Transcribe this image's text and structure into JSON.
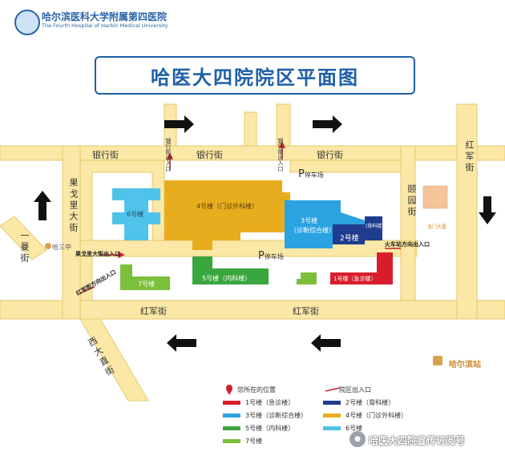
{
  "header": {
    "hospital_name": "哈尔滨医科大学附属第四医院",
    "hospital_name_en": "The Fourth Hospital of Harbin Medical University"
  },
  "title": "哈医大四院院区平面图",
  "roads": {
    "yinhang_1": "银行街",
    "yinhang_2": "银行街",
    "yinhang_3": "银行街",
    "hongjun_left": "红军街",
    "hongjun_right": "红军街",
    "hongjun_vertical": "红军街",
    "guogeli": "果戈里大街",
    "yiman": "一曼街",
    "yiyuan": "颐园街",
    "xida": "西大直街"
  },
  "entrances": {
    "yinhang_entry_1": "银行街出入口",
    "yinhang_entry_2": "银行街出入口",
    "guogeli_entry": "果戈里大街出入口",
    "hongjun_entry": "红军街方向出入口",
    "station_entry": "火车站方向出入口"
  },
  "parking": {
    "p1_letter": "P",
    "p1_text": "停车场",
    "p2_letter": "P",
    "p2_text": "停车场"
  },
  "buildings": {
    "b1": "1号楼（急诊楼）",
    "b2": "2号楼",
    "b2_sub": "(骨科楼)",
    "b3": "3号楼",
    "b3_sub": "（诊断综合楼）",
    "b4": "4号楼（门诊外科楼）",
    "b5": "5号楼（内科楼）",
    "b6": "6号楼",
    "b7": "7号楼"
  },
  "landmarks": {
    "school": "哈三中",
    "station": "哈尔滨站",
    "gate": "龙门大厦"
  },
  "legend": {
    "you_are_here": "您所在的位置",
    "entrance": "院区出入口",
    "items": [
      {
        "label": "1号楼（急诊楼）",
        "color": "#d81e2c"
      },
      {
        "label": "2号楼（骨科楼）",
        "color": "#1f3c8f"
      },
      {
        "label": "3号楼（诊断综合楼）",
        "color": "#2aa3e0"
      },
      {
        "label": "4号楼（门诊外科楼）",
        "color": "#e7ad1f"
      },
      {
        "label": "5号楼（内科楼）",
        "color": "#3aa63e"
      },
      {
        "label": "6号楼",
        "color": "#4fc3ea"
      },
      {
        "label": "7号楼",
        "color": "#7cbf3a"
      }
    ]
  },
  "footer": {
    "text": "哈医大四院宣传订阅号"
  },
  "colors": {
    "road": "#fbe8a6",
    "road_outline": "#e6c869",
    "title_blue": "#1e5fa8",
    "arrow": "#111111"
  }
}
